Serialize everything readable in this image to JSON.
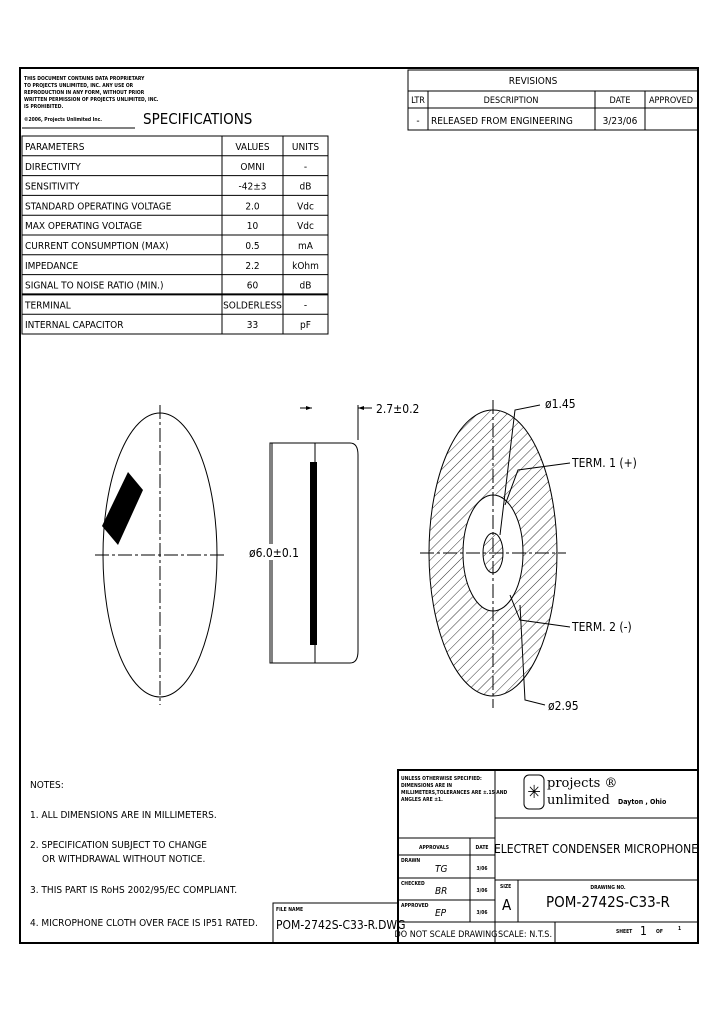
{
  "notice": {
    "lines": [
      "THIS DOCUMENT CONTAINS DATA PROPRIETARY",
      "TO PROJECTS UNLIMITED, INC. ANY USE OR",
      "REPRODUCTION IN ANY FORM, WITHOUT PRIOR",
      "WRITTEN PERMISSION OF PROJECTS UNLIMITED, INC.",
      "IS PROHIBITED."
    ],
    "copyright": "©2006, Projects Unlimited Inc."
  },
  "title": "SPECIFICATIONS",
  "specs": {
    "headers": [
      "PARAMETERS",
      "VALUES",
      "UNITS"
    ],
    "rows": [
      [
        "DIRECTIVITY",
        "OMNI",
        "-"
      ],
      [
        "SENSITIVITY",
        "-42±3",
        "dB"
      ],
      [
        "STANDARD OPERATING VOLTAGE",
        "2.0",
        "Vdc"
      ],
      [
        "MAX OPERATING VOLTAGE",
        "10",
        "Vdc"
      ],
      [
        "CURRENT CONSUMPTION (MAX)",
        "0.5",
        "mA"
      ],
      [
        "IMPEDANCE",
        "2.2",
        "kOhm"
      ],
      [
        "SIGNAL TO NOISE RATIO (MIN.)",
        "60",
        "dB"
      ],
      [
        "TERMINAL",
        "SOLDERLESS",
        "-"
      ],
      [
        "INTERNAL CAPACITOR",
        "33",
        "pF"
      ]
    ]
  },
  "revisions": {
    "title": "REVISIONS",
    "headers": [
      "LTR",
      "DESCRIPTION",
      "DATE",
      "APPROVED"
    ],
    "rows": [
      [
        "-",
        "RELEASED FROM ENGINEERING",
        "3/23/06",
        ""
      ]
    ]
  },
  "dimensions": {
    "thickness": "2.7±0.2",
    "diameter": "ø6.0±0.1",
    "inner_hole": "ø1.45",
    "outer_ring": "ø2.95",
    "term1": "TERM. 1 (+)",
    "term2": "TERM. 2 (-)"
  },
  "notes": {
    "title": "NOTES:",
    "items": [
      "1. ALL DIMENSIONS ARE IN MILLIMETERS.",
      "2. SPECIFICATION SUBJECT TO CHANGE",
      "   OR WITHDRAWAL WITHOUT NOTICE.",
      "3. THIS PART IS RoHS 2002/95/EC COMPLIANT.",
      "4. MICROPHONE CLOTH OVER FACE IS IP51 RATED."
    ]
  },
  "file": {
    "label": "FILE NAME",
    "name": "POM-2742S-C33-R.DWG"
  },
  "title_block": {
    "tolerance": [
      "UNLESS OTHERWISE SPECIFIED:",
      "DIMENSIONS ARE IN",
      "MILLIMETERS,TOLERANCES ARE ±.15 AND",
      "ANGLES ARE ±1."
    ],
    "company": [
      "projects ®",
      "unlimited"
    ],
    "location": "Dayton , Ohio",
    "part_title": "ELECTRET CONDENSER MICROPHONE",
    "approvals_label": "APPROVALS",
    "date_label": "DATE",
    "approvals": [
      {
        "role": "DRAWN",
        "initials": "TG",
        "date": "3/06"
      },
      {
        "role": "CHECKED",
        "initials": "BR",
        "date": "3/06"
      },
      {
        "role": "APPROVED",
        "initials": "EP",
        "date": "3/06"
      }
    ],
    "size_label": "SIZE",
    "size": "A",
    "drawing_no_label": "DRAWING NO.",
    "drawing_no": "POM-2742S-C33-R",
    "no_scale": "DO NOT SCALE DRAWING",
    "scale": "SCALE: N.T.S.",
    "sheet_label": "SHEET",
    "sheet": "1",
    "of_label": "OF",
    "sheets": "1"
  }
}
